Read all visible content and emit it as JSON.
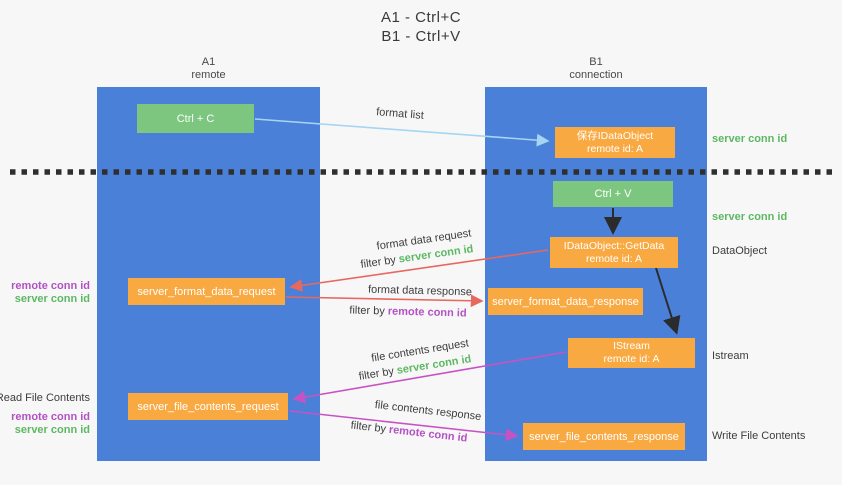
{
  "title": {
    "line1": "A1 - Ctrl+C",
    "line2": "B1 - Ctrl+V"
  },
  "columns": {
    "left": {
      "id": "A1",
      "name": "remote"
    },
    "right": {
      "id": "B1",
      "name": "connection"
    }
  },
  "nodes": {
    "ctrl_c": "Ctrl + C",
    "save_dataobject": {
      "line1": "保存IDataObject",
      "line2": "remote id: A"
    },
    "ctrl_v": "Ctrl + V",
    "getdata": {
      "line1": "IDataObject::GetData",
      "line2": "remote id: A"
    },
    "format_request": "server_format_data_request",
    "format_response": "server_format_data_response",
    "istream": {
      "line1": "IStream",
      "line2": "remote id: A"
    },
    "file_request": "server_file_contents_request",
    "file_response": "server_file_contents_response"
  },
  "arrow_labels": {
    "format_list": "format list",
    "format_data_request": "format data request",
    "format_data_response": "format data response",
    "file_contents_request": "file contents request",
    "file_contents_response": "file contents response",
    "filter_by": "filter by",
    "server_conn_id": "server conn id",
    "remote_conn_id": "remote conn id"
  },
  "side_labels": {
    "server_conn_id": "server conn id",
    "remote_conn_id": "remote conn id",
    "data_object": "DataObject",
    "istream": "Istream",
    "read_file_contents": "Read File Contents",
    "write_file_contents": "Write File Contents"
  },
  "colors": {
    "lifeline_blue": "#4a80d8",
    "node_green": "#7dc680",
    "node_orange": "#f8a942",
    "arrow_light_blue": "#a5d5f2",
    "arrow_red": "#e86860",
    "arrow_magenta": "#c753c3",
    "arrow_black": "#2b2b2b",
    "label_green": "#5cb862",
    "label_purple": "#b351c5",
    "text_dark": "#3d3d3d",
    "background": "#f7f7f7"
  }
}
